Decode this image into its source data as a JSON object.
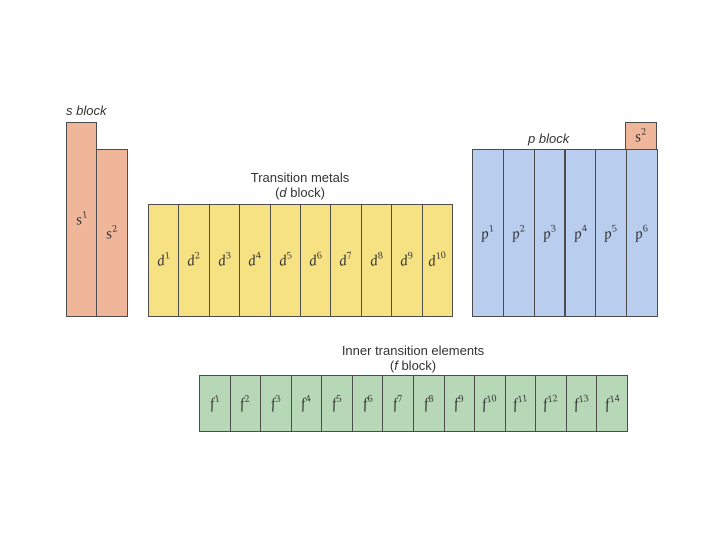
{
  "s_block": {
    "label": "s block",
    "cells": [
      {
        "letter": "s",
        "sup": "1"
      },
      {
        "letter": "s",
        "sup": "2"
      }
    ]
  },
  "d_block": {
    "label_line1": "Transition metals",
    "label_paren_open": "(",
    "label_letter": "d",
    "label_rest": " block)",
    "cells": [
      {
        "letter": "d",
        "sup": "1"
      },
      {
        "letter": "d",
        "sup": "2"
      },
      {
        "letter": "d",
        "sup": "3"
      },
      {
        "letter": "d",
        "sup": "4"
      },
      {
        "letter": "d",
        "sup": "5"
      },
      {
        "letter": "d",
        "sup": "6"
      },
      {
        "letter": "d",
        "sup": "7"
      },
      {
        "letter": "d",
        "sup": "8"
      },
      {
        "letter": "d",
        "sup": "9"
      },
      {
        "letter": "d",
        "sup": "10"
      }
    ]
  },
  "p_block": {
    "label": "p block",
    "helium_cell": {
      "letter": "s",
      "sup": "2"
    },
    "cells": [
      {
        "letter": "p",
        "sup": "1"
      },
      {
        "letter": "p",
        "sup": "2"
      },
      {
        "letter": "p",
        "sup": "3"
      },
      {
        "letter": "p",
        "sup": "4"
      },
      {
        "letter": "p",
        "sup": "5"
      },
      {
        "letter": "p",
        "sup": "6"
      }
    ]
  },
  "f_block": {
    "label_line1": "Inner transition elements",
    "label_paren_open": "(",
    "label_letter": "f",
    "label_rest": " block)",
    "cells": [
      {
        "letter": "f",
        "sup": "1"
      },
      {
        "letter": "f",
        "sup": "2"
      },
      {
        "letter": "f",
        "sup": "3"
      },
      {
        "letter": "f",
        "sup": "4"
      },
      {
        "letter": "f",
        "sup": "5"
      },
      {
        "letter": "f",
        "sup": "6"
      },
      {
        "letter": "f",
        "sup": "7"
      },
      {
        "letter": "f",
        "sup": "8"
      },
      {
        "letter": "f",
        "sup": "9"
      },
      {
        "letter": "f",
        "sup": "10"
      },
      {
        "letter": "f",
        "sup": "11"
      },
      {
        "letter": "f",
        "sup": "12"
      },
      {
        "letter": "f",
        "sup": "13"
      },
      {
        "letter": "f",
        "sup": "14"
      }
    ]
  },
  "colors": {
    "s": "#efb69a",
    "d": "#f6e283",
    "p": "#b9cdee",
    "f": "#b7d8b7"
  }
}
